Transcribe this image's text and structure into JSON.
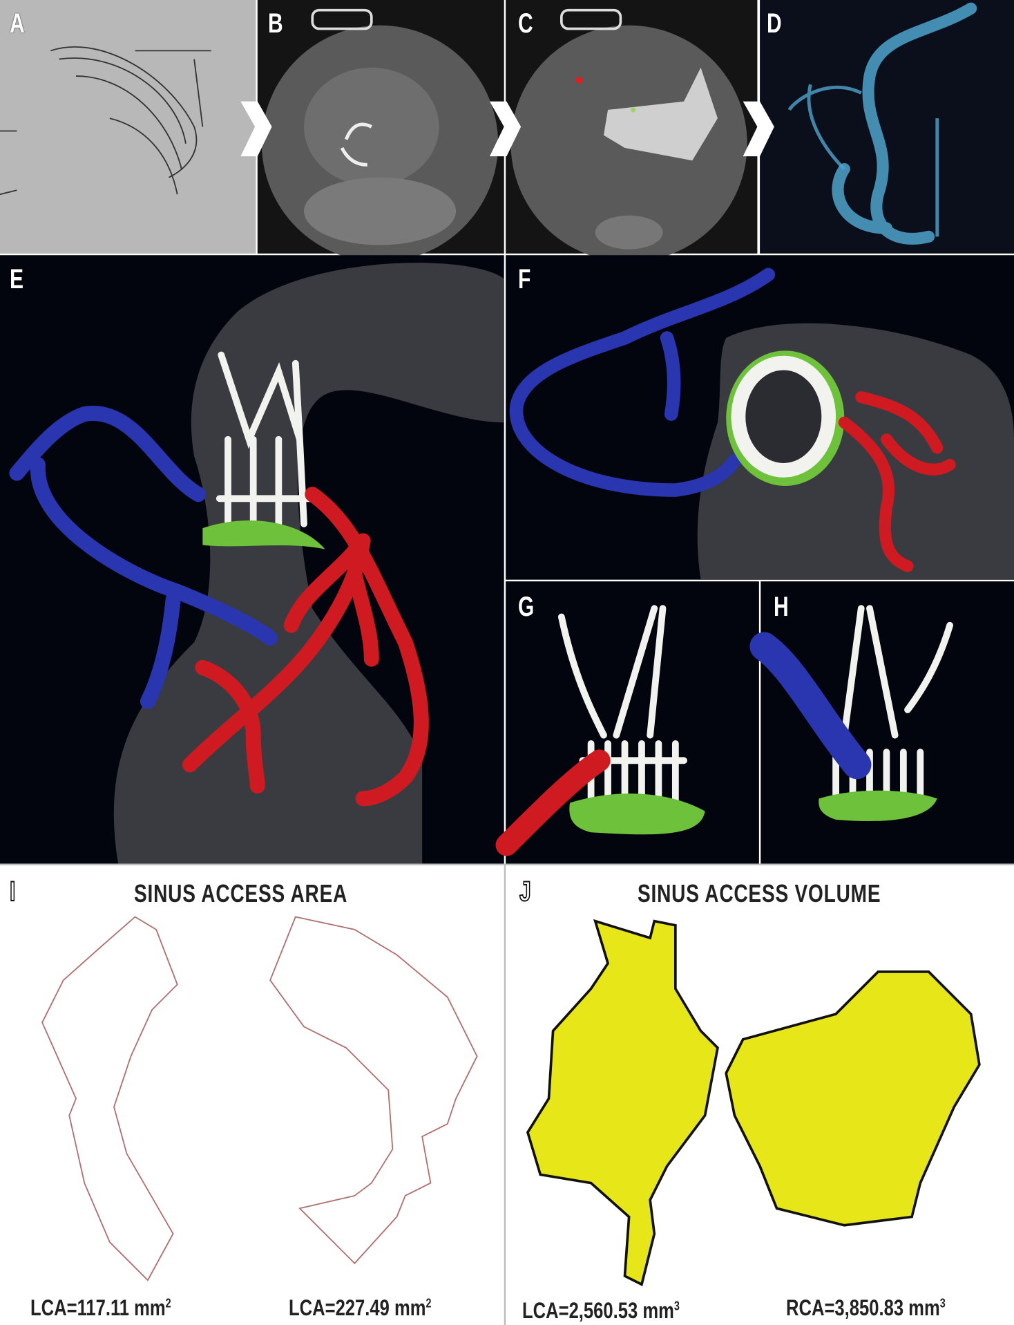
{
  "panels": {
    "A": {
      "label": "A"
    },
    "B": {
      "label": "B"
    },
    "C": {
      "label": "C"
    },
    "D": {
      "label": "D"
    },
    "E": {
      "label": "E"
    },
    "F": {
      "label": "F"
    },
    "G": {
      "label": "G"
    },
    "H": {
      "label": "H"
    },
    "I": {
      "label": "I",
      "title": "SINUS ACCESS AREA",
      "measurements": [
        {
          "text": "LCA=117.11 mm",
          "unit_power": "2"
        },
        {
          "text": "LCA=227.49 mm",
          "unit_power": "2"
        }
      ]
    },
    "J": {
      "label": "J",
      "title": "SINUS ACCESS VOLUME",
      "measurements": [
        {
          "text": "LCA=2,560.53 mm",
          "unit_power": "3"
        },
        {
          "text": "RCA=3,850.83 mm",
          "unit_power": "3"
        }
      ]
    }
  },
  "colors": {
    "lca": "#2a35b0",
    "rca": "#d01a22",
    "skirt": "#6ec13a",
    "volume": "#e6e619",
    "aorta": "#3a3b40",
    "outline": "#b07070"
  }
}
